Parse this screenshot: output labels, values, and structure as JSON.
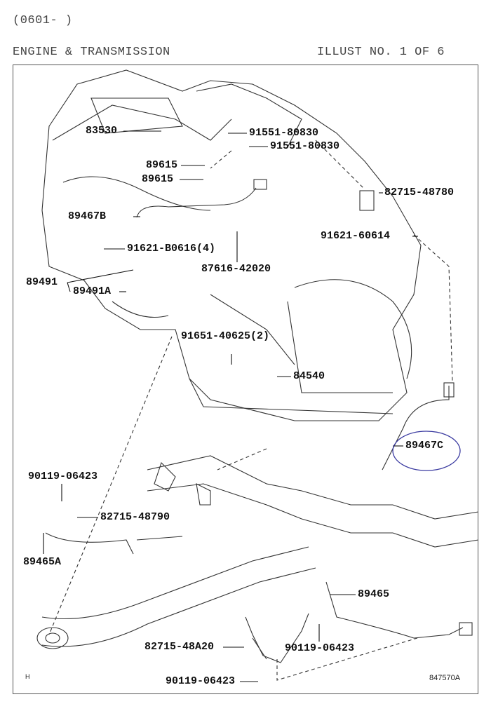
{
  "header": {
    "date_range": "(0601-     )",
    "section": "ENGINE & TRANSMISSION",
    "illust": "ILLUST NO. 1 OF 6"
  },
  "labels": [
    "83530",
    "91551-80830",
    "91551-80830",
    "89615",
    "89615",
    "82715-48780",
    "89467B",
    "91621-60614",
    "91621-B0616(4)",
    "87616-42020",
    "89491",
    "89491A",
    "91651-40625(2)",
    "84540",
    "89467C",
    "90119-06423",
    "82715-48790",
    "89465A",
    "89465",
    "82715-48A20",
    "90119-06423",
    "90119-06423"
  ],
  "footer": {
    "corner_mark": "H",
    "illust_code": "847570A"
  },
  "colors": {
    "line": "#222222",
    "circle_annotation": "#3a3aa0"
  }
}
